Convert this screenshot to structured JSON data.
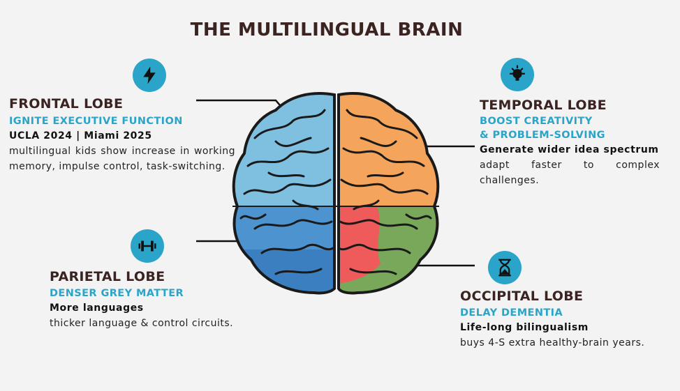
{
  "title": "THE MULTILINGUAL BRAIN",
  "frontal": {
    "heading": "FRONTAL LOBE",
    "subheading": "IGNITE EXECUTIVE FUNCTION",
    "source": "UCLA 2024 | Miami 2025",
    "body": "multilingual kids show increase in working memory, impulse control, task-switching.",
    "icon": "lightning-bolt-icon"
  },
  "parietal": {
    "heading": "PARIETAL LOBE",
    "subheading": "DENSER GREY MATTER",
    "lead": "More languages",
    "body": "thicker language & control circuits.",
    "icon": "dumbbell-icon"
  },
  "temporal": {
    "heading": "TEMPORAL LOBE",
    "subheading_line1": "BOOST CREATIVITY",
    "subheading_line2": "& PROBLEM-SOLVING",
    "lead": "Generate wider idea spectrum",
    "body": "adapt faster to complex challenges.",
    "icon": "lightbulb-icon"
  },
  "occipital": {
    "heading": "OCCIPITAL LOBE",
    "subheading": "DELAY DEMENTIA",
    "lead": "Life-long bilingualism",
    "body": "buys 4-S extra healthy-brain years.",
    "icon": "hourglass-icon"
  },
  "colors": {
    "accent": "#2aa4c9",
    "heading": "#3a2320",
    "frontal_blue": "#7fbfe0",
    "parietal_blue": "#3b86c4",
    "temporal_orange": "#f5a45b",
    "occipital_green": "#79a85a",
    "red_region": "#ef5a5a"
  }
}
